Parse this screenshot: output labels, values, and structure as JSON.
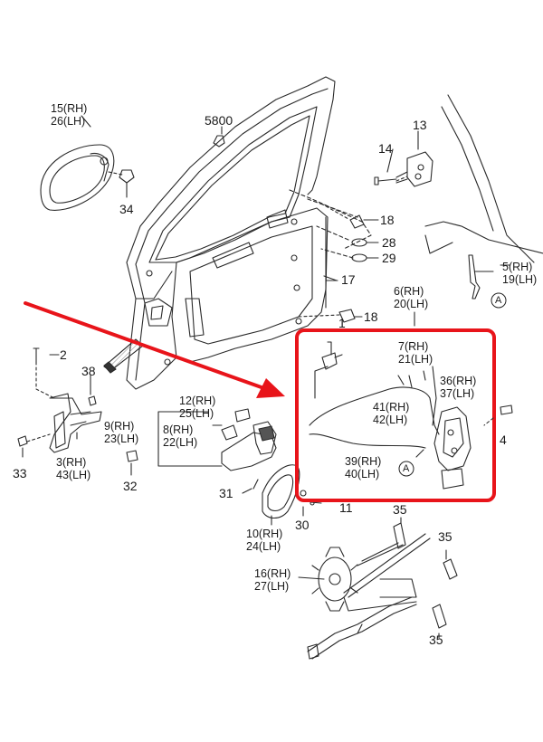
{
  "diagram": {
    "labels": {
      "p15_26": [
        "15(RH)",
        "26(LH)"
      ],
      "p5800": "5800",
      "p13": "13",
      "p14": "14",
      "p34": "34",
      "p18a": "18",
      "p28": "28",
      "p29": "29",
      "p17": "17",
      "p5_19": [
        "5(RH)",
        "19(LH)"
      ],
      "p6_20": [
        "6(RH)",
        "20(LH)"
      ],
      "p1": "1",
      "p18b": "18",
      "p2": "2",
      "p38": "38",
      "p7_21": [
        "7(RH)",
        "21(LH)"
      ],
      "p36_37": [
        "36(RH)",
        "37(LH)"
      ],
      "p12_25": [
        "12(RH)",
        "25(LH)"
      ],
      "p9_23": [
        "9(RH)",
        "23(LH)"
      ],
      "p8_22": [
        "8(RH)",
        "22(LH)"
      ],
      "p41_42": [
        "41(RH)",
        "42(LH)"
      ],
      "p4": "4",
      "p33": "33",
      "p3_43": [
        "3(RH)",
        "43(LH)"
      ],
      "p32": "32",
      "p39_40": [
        "39(RH)",
        "40(LH)"
      ],
      "p31": "31",
      "p10_24": [
        "10(RH)",
        "24(LH)"
      ],
      "p30": "30",
      "p11": "11",
      "p35a": "35",
      "p35b": "35",
      "p35c": "35",
      "p16_27": [
        "16(RH)",
        "27(LH)"
      ],
      "callout": "A"
    },
    "colors": {
      "line": "#2a2a2a",
      "highlight": "#e8141a",
      "arrow": "#e8141a"
    }
  }
}
